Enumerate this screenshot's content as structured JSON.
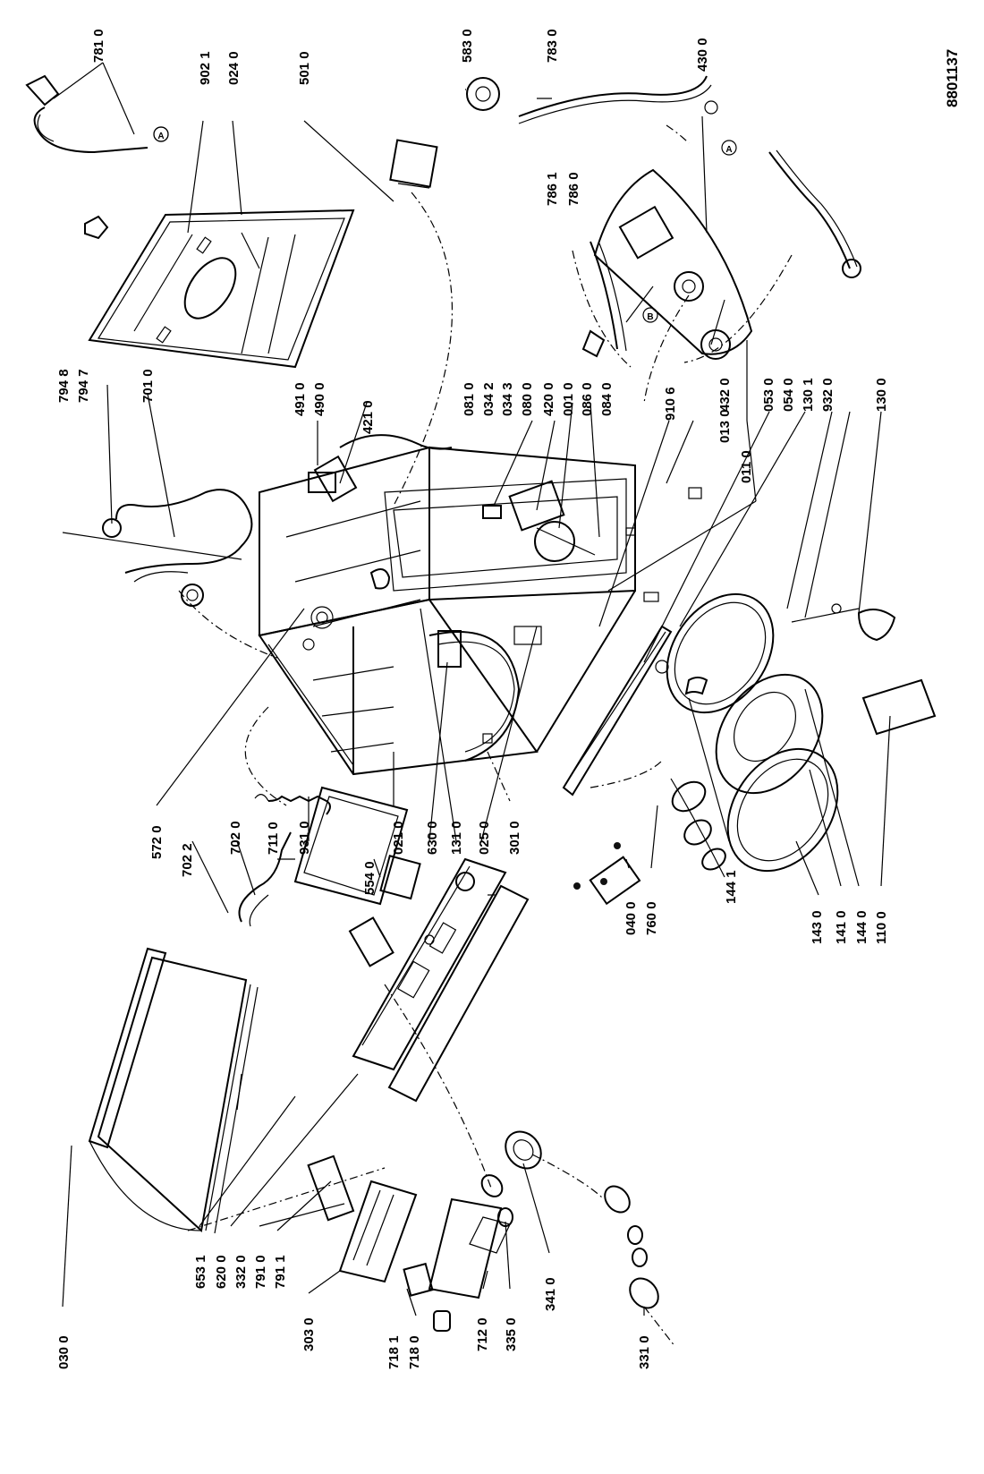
{
  "document_number": "8801137",
  "part_labels": {
    "p781_0": "781 0",
    "p902_1": "902 1",
    "p024_0": "024 0",
    "p501_0": "501 0",
    "p583_0": "583 0",
    "p783_0": "783 0",
    "p430_0": "430 0",
    "p794_8": "794 8",
    "p794_7": "794 7",
    "p701_0": "701 0",
    "p491_0": "491 0",
    "p490_0": "490 0",
    "p421_0": "421 0",
    "p081_0": "081 0",
    "p034_2": "034 2",
    "p034_3": "034 3",
    "p080_0": "080 0",
    "p420_0": "420 0",
    "p001_0": "001 0",
    "p086_0": "086 0",
    "p084_0": "084 0",
    "p910_6": "910 6",
    "p786_1": "786 1",
    "p786_0": "786 0",
    "p013_0": "013 0",
    "p432_0": "432 0",
    "p011_0": "011 0",
    "p053_0": "053 0",
    "p054_0": "054 0",
    "p130_1": "130 1",
    "p932_0": "932 0",
    "p130_0": "130 0",
    "p572_0": "572 0",
    "p702_2": "702 2",
    "p702_0": "702 0",
    "p711_0": "711 0",
    "p931_0": "931 0",
    "p554_0": "554 0",
    "p021_0": "021 0",
    "p630_0": "630 0",
    "p131_0": "131 0",
    "p025_0": "025 0",
    "p301_0": "301 0",
    "p040_0": "040 0",
    "p760_0": "760 0",
    "p144_1": "144 1",
    "p143_0": "143 0",
    "p141_0": "141 0",
    "p144_0": "144 0",
    "p110_0": "110 0",
    "p030_0": "030 0",
    "p653_1": "653 1",
    "p620_0": "620 0",
    "p332_0": "332 0",
    "p791_0": "791 0",
    "p791_1": "791 1",
    "p303_0": "303 0",
    "p718_1": "718 1",
    "p718_0": "718 0",
    "p712_0": "712 0",
    "p335_0": "335 0",
    "p341_0": "341 0",
    "p331_0": "331 0"
  },
  "markers": {
    "a": "A",
    "b": "B"
  }
}
